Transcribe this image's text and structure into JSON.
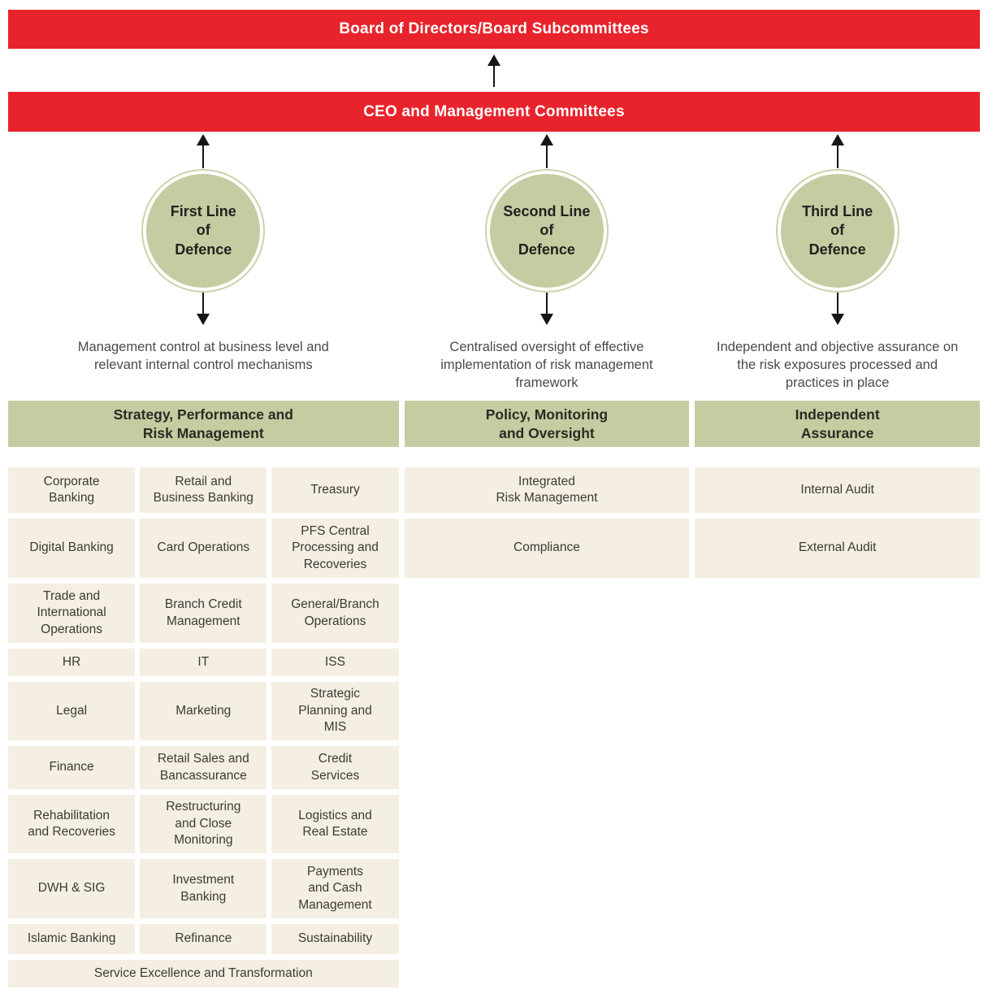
{
  "colors": {
    "red": "#e8232b",
    "green": "#c5cca1",
    "ring": "#ccd2ab",
    "beige": "#f4efe2",
    "ink": "#161616"
  },
  "banners": {
    "board": "Board of Directors/Board Subcommittees",
    "ceo": "CEO and Management Committees"
  },
  "columns": [
    {
      "circle_label": "First Line\nof\nDefence",
      "description": "Management control at business level and\nrelevant internal control mechanisms",
      "header": "Strategy, Performance and\nRisk Management"
    },
    {
      "circle_label": "Second Line\nof\nDefence",
      "description": "Centralised oversight of effective\nimplementation of risk management\nframework",
      "header": "Policy, Monitoring\nand Oversight"
    },
    {
      "circle_label": "Third Line\nof\nDefence",
      "description": "Independent and objective assurance on\nthe risk exposures processed and\npractices in place",
      "header": "Independent\nAssurance"
    }
  ],
  "strategy_grid": {
    "cells": [
      "Corporate\nBanking",
      "Retail and\nBusiness Banking",
      "Treasury",
      "Digital Banking",
      "Card Operations",
      "PFS Central\nProcessing and\nRecoveries",
      "Trade and\nInternational\nOperations",
      "Branch Credit\nManagement",
      "General/Branch\nOperations",
      "HR",
      "IT",
      "ISS",
      "Legal",
      "Marketing",
      "Strategic\nPlanning and\nMIS",
      "Finance",
      "Retail Sales and\nBancassurance",
      "Credit\nServices",
      "Rehabilitation\nand Recoveries",
      "Restructuring\nand Close\nMonitoring",
      "Logistics and\nReal Estate",
      "DWH & SIG",
      "Investment\nBanking",
      "Payments\nand Cash\nManagement",
      "Islamic Banking",
      "Refinance",
      "Sustainability"
    ],
    "footer": "Service Excellence and Transformation"
  },
  "policy_cells": [
    "Integrated\nRisk Management",
    "Compliance"
  ],
  "assurance_cells": [
    "Internal Audit",
    "External Audit"
  ]
}
